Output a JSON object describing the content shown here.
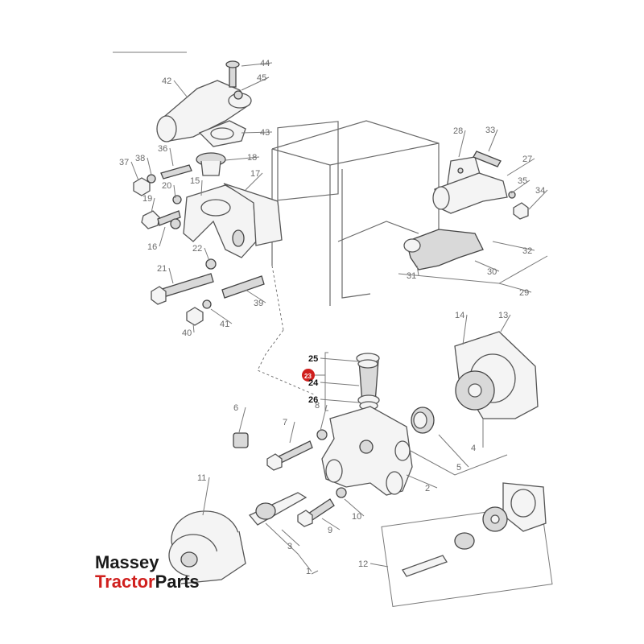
{
  "highlight": {
    "label": "23",
    "color": "#d0201e"
  },
  "callouts": [
    {
      "id": "44",
      "label": "44"
    },
    {
      "id": "45",
      "label": "45"
    },
    {
      "id": "42",
      "label": "42"
    },
    {
      "id": "43",
      "label": "43"
    },
    {
      "id": "36",
      "label": "36"
    },
    {
      "id": "18",
      "label": "18"
    },
    {
      "id": "37",
      "label": "37"
    },
    {
      "id": "38",
      "label": "38"
    },
    {
      "id": "17",
      "label": "17"
    },
    {
      "id": "15",
      "label": "15"
    },
    {
      "id": "20",
      "label": "20"
    },
    {
      "id": "19",
      "label": "19"
    },
    {
      "id": "16",
      "label": "16"
    },
    {
      "id": "22",
      "label": "22"
    },
    {
      "id": "21",
      "label": "21"
    },
    {
      "id": "39",
      "label": "39"
    },
    {
      "id": "40",
      "label": "40"
    },
    {
      "id": "41",
      "label": "41"
    },
    {
      "id": "28",
      "label": "28"
    },
    {
      "id": "33",
      "label": "33"
    },
    {
      "id": "27",
      "label": "27"
    },
    {
      "id": "35",
      "label": "35"
    },
    {
      "id": "34",
      "label": "34"
    },
    {
      "id": "32",
      "label": "32"
    },
    {
      "id": "31",
      "label": "31"
    },
    {
      "id": "30",
      "label": "30"
    },
    {
      "id": "29",
      "label": "29"
    },
    {
      "id": "14",
      "label": "14"
    },
    {
      "id": "13",
      "label": "13"
    },
    {
      "id": "25",
      "label": "25"
    },
    {
      "id": "24",
      "label": "24"
    },
    {
      "id": "26",
      "label": "26"
    },
    {
      "id": "8",
      "label": "8"
    },
    {
      "id": "6",
      "label": "6"
    },
    {
      "id": "7",
      "label": "7"
    },
    {
      "id": "5",
      "label": "5"
    },
    {
      "id": "4",
      "label": "4"
    },
    {
      "id": "2",
      "label": "2"
    },
    {
      "id": "11",
      "label": "11"
    },
    {
      "id": "10",
      "label": "10"
    },
    {
      "id": "9",
      "label": "9"
    },
    {
      "id": "3",
      "label": "3"
    },
    {
      "id": "1",
      "label": "1"
    },
    {
      "id": "12",
      "label": "12"
    }
  ],
  "logo": {
    "line1": "Massey",
    "line2a": "Tractor",
    "line2b": "Parts"
  }
}
